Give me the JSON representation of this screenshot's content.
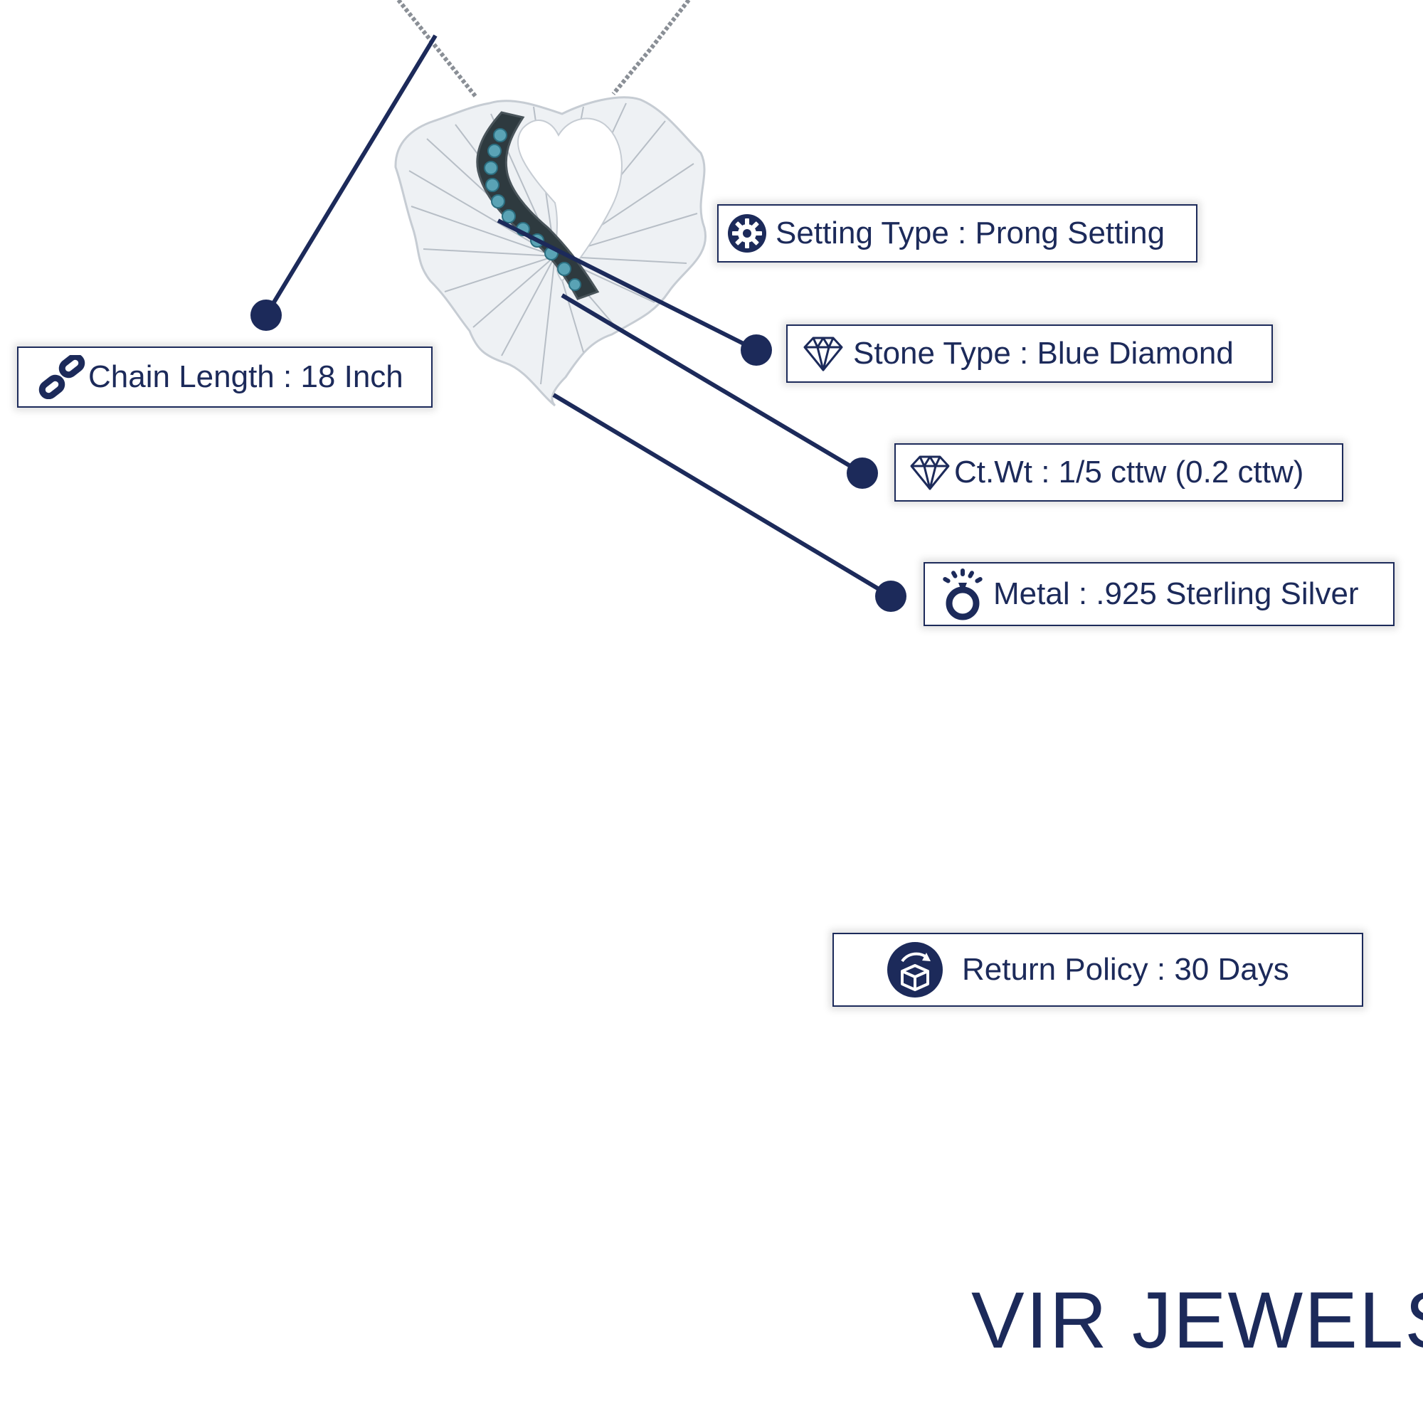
{
  "colors": {
    "navy": "#1c2a5a",
    "silver": "#e9edf1",
    "stone_blue": "#5aa3b5"
  },
  "specs": {
    "setting": {
      "icon": "gear-icon",
      "label": "Setting Type : Prong Setting"
    },
    "stone": {
      "icon": "diamond-icon",
      "label": "Stone Type : Blue Diamond"
    },
    "weight": {
      "icon": "diamond-icon",
      "label": "Ct.Wt : 1/5 cttw (0.2 cttw)"
    },
    "metal": {
      "icon": "ring-icon",
      "label": "Metal : .925 Sterling Silver"
    },
    "chain": {
      "icon": "chain-link-icon",
      "label": "Chain Length : 18 Inch"
    },
    "return_policy": {
      "icon": "return-box-icon",
      "label": "Return Policy : 30 Days"
    }
  },
  "brand": {
    "name": "VIR JEWELS",
    "mark": "®"
  }
}
